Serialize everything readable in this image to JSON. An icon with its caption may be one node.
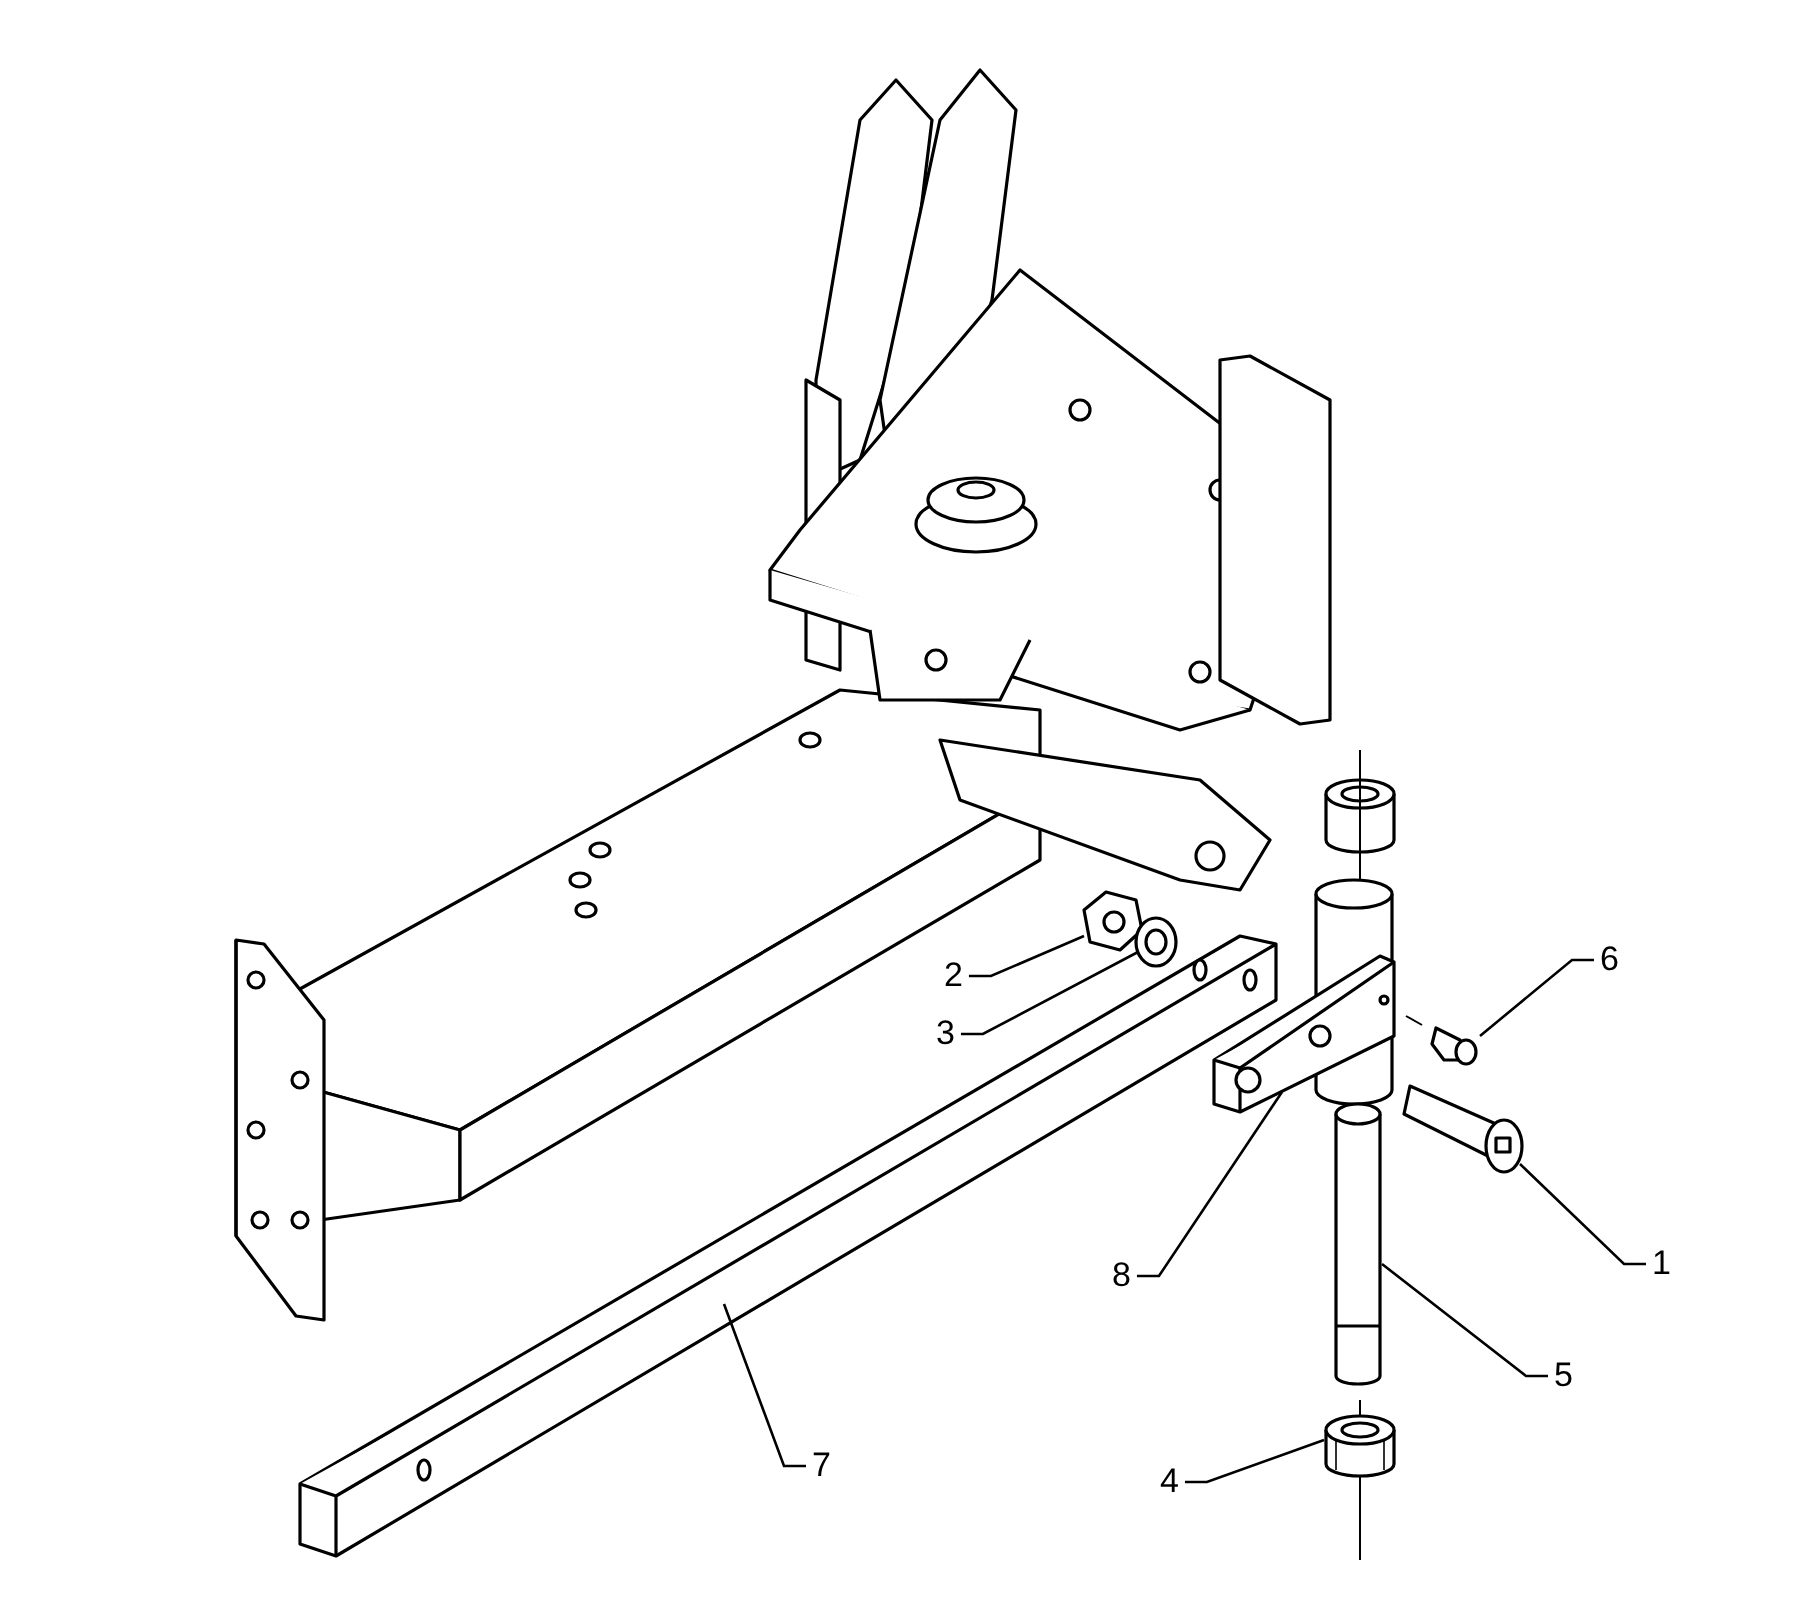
{
  "diagram": {
    "nodes": [
      {
        "text": [
          "6"
        ]
      },
      {
        "text": [
          "2"
        ]
      },
      {
        "text": [
          "3"
        ]
      },
      {
        "text": [
          "1"
        ]
      },
      {
        "text": [
          "8"
        ]
      },
      {
        "text": [
          "5"
        ]
      },
      {
        "text": [
          "7"
        ]
      },
      {
        "text": [
          "4"
        ]
      },
      {
        "text": [],
        "shape": "picture"
      },
      {
        "text": [],
        "shape": "picture"
      },
      {
        "text": [],
        "shape": "picture"
      },
      {
        "text": [],
        "shape": "picture"
      },
      {
        "text": [],
        "shape": "picture"
      },
      {
        "text": [],
        "shape": "picture"
      },
      {
        "text": [],
        "shape": "picture"
      },
      {
        "text": [],
        "shape": "picture"
      }
    ],
    "edges": [
      {
        "from": 0,
        "to": 8,
        "arrow": "none"
      },
      {
        "from": 1,
        "to": 9,
        "arrow": "none"
      },
      {
        "from": 2,
        "to": 10,
        "arrow": "none"
      },
      {
        "from": 3,
        "to": 11,
        "arrow": "none"
      },
      {
        "from": 4,
        "to": 12,
        "arrow": "none"
      },
      {
        "from": 5,
        "to": 13,
        "arrow": "none"
      },
      {
        "from": 6,
        "to": 14,
        "arrow": "none"
      },
      {
        "from": 7,
        "to": 15,
        "arrow": "none"
      }
    ]
  }
}
